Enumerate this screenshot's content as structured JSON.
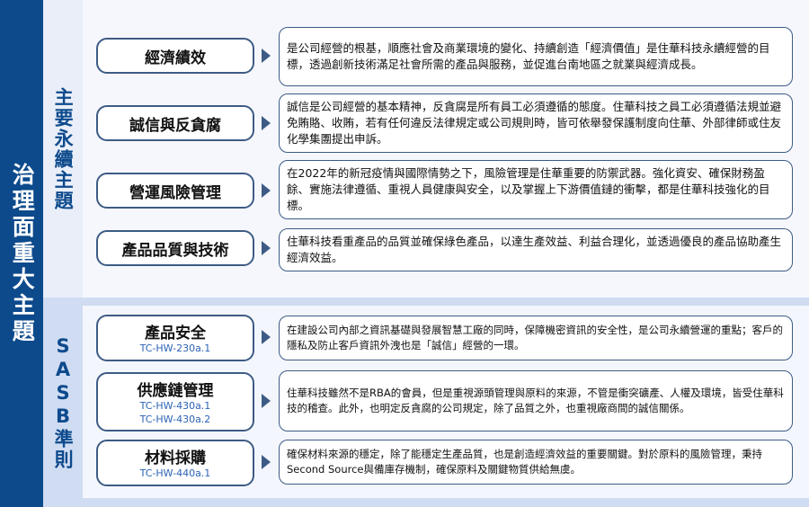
{
  "main_title": "治理面重大主題",
  "sections": {
    "material_topics": {
      "label": "主要永續主題",
      "items": [
        {
          "title": "經濟績效",
          "text": "是公司經營的根基，順應社會及商業環境的變化、持續創造「經濟價值」是住華科技永續經營的目標，透過創新技術滿足社會所需的產品與服務，並促進台南地區之就業與經濟成長。"
        },
        {
          "title": "誠信與反貪腐",
          "text": "誠信是公司經營的基本精神，反貪腐是所有員工必須遵循的態度。住華科技之員工必須遵循法規並避免賄賂、收賄，若有任何違反法律規定或公司規則時，皆可依舉發保護制度向住華、外部律師或住友化學集團提出申訴。"
        },
        {
          "title": "營運風險管理",
          "text": "在2022年的新冠疫情與國際情勢之下，風險管理是住華重要的防禦武器。強化資安、確保財務盈餘、實施法律遵循、重視人員健康與安全，以及掌握上下游價值鏈的衝擊，都是住華科技強化的目標。"
        },
        {
          "title": "產品品質與技術",
          "text": "住華科技看重產品的品質並確保綠色產品，以達生產效益、利益合理化，並透過優良的產品協助產生經濟效益。"
        }
      ]
    },
    "sasb": {
      "label": "SASB準則",
      "items": [
        {
          "title": "產品安全",
          "codes": [
            "TC-HW-230a.1"
          ],
          "text": "在建設公司內部之資訊基礎與發展智慧工廠的同時，保障機密資訊的安全性，是公司永續營運的重點；客戶的隱私及防止客戶資訊外洩也是「誠信」經營的一環。"
        },
        {
          "title": "供應鏈管理",
          "codes": [
            "TC-HW-430a.1",
            "TC-HW-430a.2"
          ],
          "text": "住華科技雖然不是RBA的會員，但是重視源頭管理與原料的來源，不管是衝突礦產、人權及環境，皆受住華科技的稽查。此外，也明定反貪腐的公司規定，除了品質之外，也重視廠商間的誠信關係。"
        },
        {
          "title": "材料採購",
          "codes": [
            "TC-HW-440a.1"
          ],
          "text": "確保材料來源的穩定，除了能穩定生產品質，也是創造經濟效益的重要關鍵。對於原料的風險管理，秉持Second Source與備庫存機制，確保原料及關鍵物質供給無虞。"
        }
      ]
    }
  },
  "colors": {
    "primary": "#0d4a8c",
    "band_top": "#e9eef9",
    "band_bottom": "#cfdcf2",
    "border": "#3d5b85",
    "code": "#2c63b4"
  }
}
